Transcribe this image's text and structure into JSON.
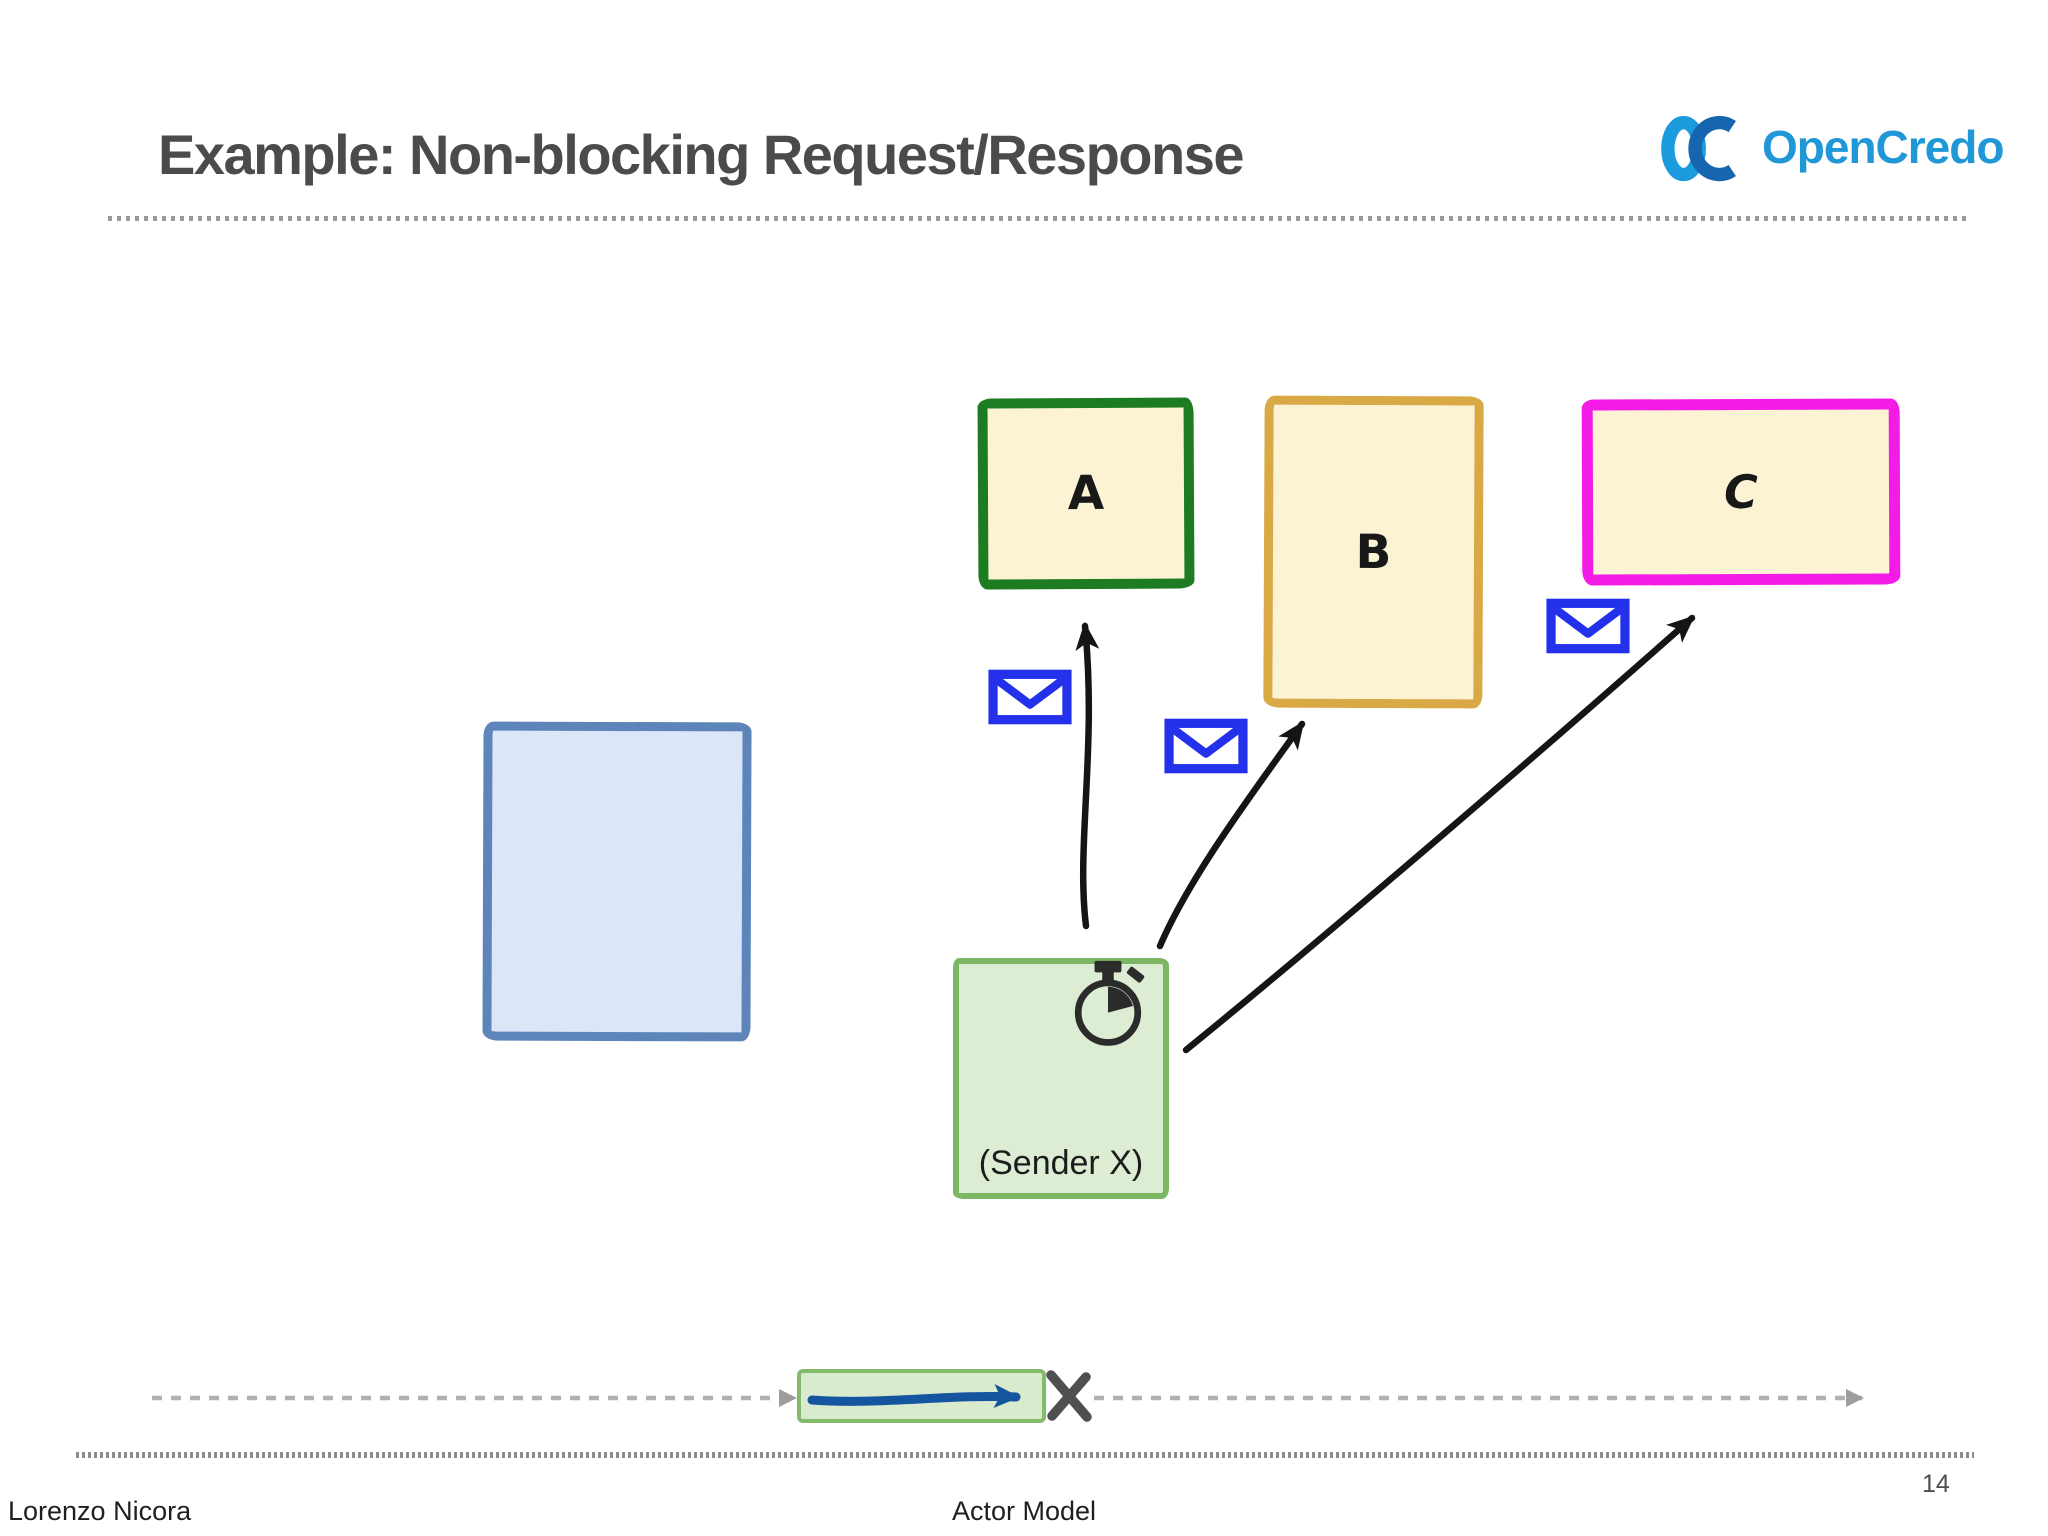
{
  "slide": {
    "title": "Example: Non-blocking Request/Response",
    "footer": {
      "author": "Lorenzo Nicora",
      "deck_title": "Actor Model",
      "page_number": "14"
    }
  },
  "logo": {
    "name": "OpenCredo",
    "mark": "OC",
    "text_color": "#2097d7",
    "mark_light_blue": "#1b9ade",
    "mark_dark_blue": "#1565af"
  },
  "diagram": {
    "actors": {
      "a": {
        "label": "A",
        "border_color": "#1d7c22",
        "fill_color": "#fcf3d4"
      },
      "b": {
        "label": "B",
        "border_color": "#d9a945",
        "fill_color": "#fcf3d4"
      },
      "c": {
        "label": "C",
        "border_color": "#f31ce6",
        "fill_color": "#fcf3d4"
      },
      "pool": {
        "label": "",
        "border_color": "#5d85b9",
        "fill_color": "#dbe7f8"
      },
      "sender": {
        "label": "(Sender X)",
        "border_color": "#7cb763",
        "fill_color": "#dcedd4"
      }
    },
    "messages": {
      "count": 3,
      "envelope_color": "#2431ea",
      "arrow_color": "#151515",
      "targets": [
        "A",
        "B",
        "C"
      ]
    },
    "stopwatch_color": "#2b2b2b",
    "timeline": {
      "dash_color": "#b2b0b0",
      "active_segment_fill": "#d9ebcf",
      "active_segment_border": "#85b96b",
      "progress_arrow_color": "#15559f",
      "terminated_mark": "✗",
      "terminated_mark_color": "#4f4f4f"
    }
  }
}
